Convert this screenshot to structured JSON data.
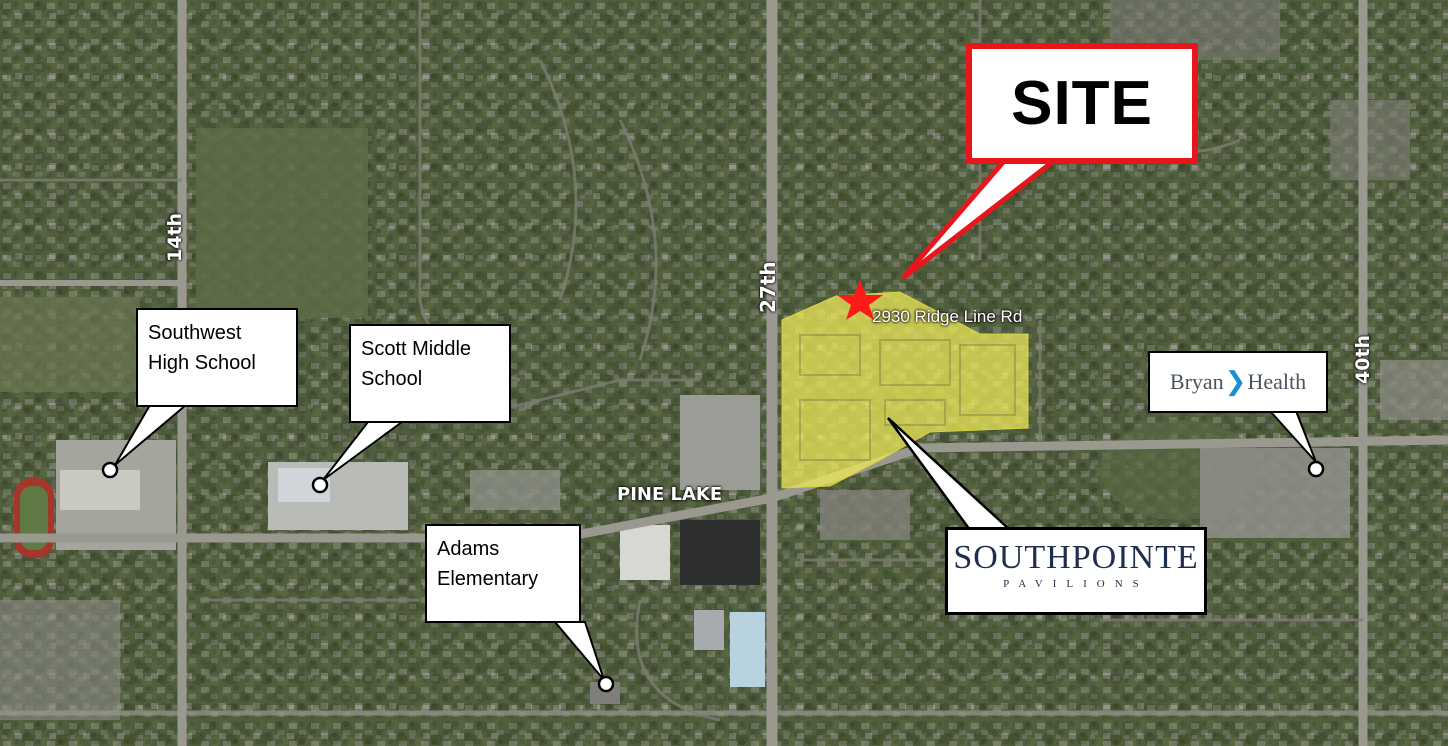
{
  "map": {
    "site_label": "SITE",
    "address": "2930 Ridge Line Rd",
    "roads": {
      "r14": "14th",
      "r27": "27th",
      "r40": "40th",
      "pine_lake": "PINE LAKE"
    },
    "callouts": {
      "southwest_hs": "Southwest High School",
      "scott_ms": "Scott Middle School",
      "adams_el": "Adams Elementary"
    },
    "logos": {
      "southpointe_title": "SOUTHPOINTE",
      "southpointe_sub": "PAVILIONS",
      "bryan_word1": "Bryan",
      "bryan_word2": "Health"
    },
    "colors": {
      "site_highlight": "#f3ee5a",
      "site_callout_border": "#e8151b",
      "star": "#ff1a1a"
    },
    "icons": [
      "star-icon",
      "location-dot-icon"
    ]
  }
}
